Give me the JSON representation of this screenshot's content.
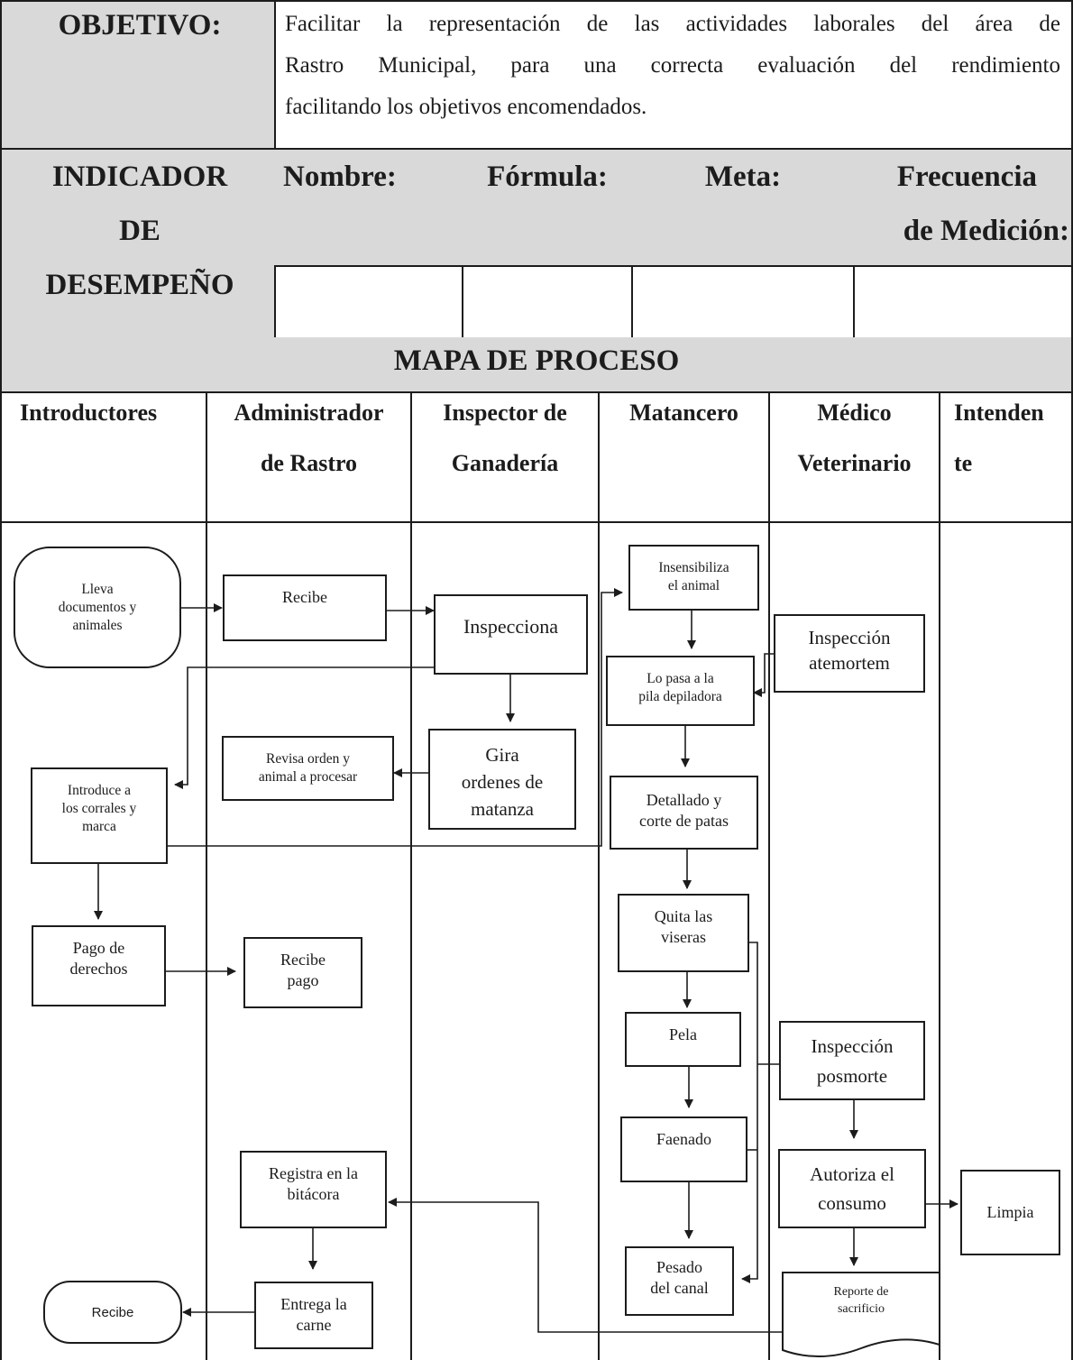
{
  "header": {
    "objetivo_label": "OBJETIVO:",
    "objetivo_lines": [
      "Facilitar la representación de las actividades laborales del área de",
      "Rastro Municipal, para una correcta evaluación del rendimiento",
      "facilitando los objetivos encomendados."
    ],
    "indicador_lines": [
      "INDICADOR",
      "DE",
      "DESEMPEÑO"
    ],
    "nombre_label": "Nombre:",
    "formula_label": "Fórmula:",
    "meta_label": "Meta:",
    "frecuencia_lines": [
      "Frecuencia",
      "de Medición:"
    ],
    "mapa_title": "MAPA DE PROCESO"
  },
  "lanes": [
    {
      "lines": [
        "Introductores"
      ]
    },
    {
      "lines": [
        "Administrador",
        "de Rastro"
      ]
    },
    {
      "lines": [
        "Inspector de",
        "Ganadería"
      ]
    },
    {
      "lines": [
        "Matancero"
      ]
    },
    {
      "lines": [
        "Médico",
        "Veterinario"
      ]
    },
    {
      "lines": [
        "Intenden",
        "te"
      ]
    }
  ],
  "nodes": {
    "lleva": [
      "Lleva",
      "documentos y",
      "animales"
    ],
    "recibe_admin": [
      "Recibe"
    ],
    "inspecciona": [
      "Inspecciona"
    ],
    "revisa": [
      "Revisa orden y",
      "animal a procesar"
    ],
    "gira": [
      "Gira",
      "ordenes de",
      "matanza"
    ],
    "introduce": [
      "Introduce a",
      "los corrales y",
      "marca"
    ],
    "pago": [
      "Pago de",
      "derechos"
    ],
    "recibe_pago": [
      "Recibe",
      "pago"
    ],
    "registra": [
      "Registra en la",
      "bitácora"
    ],
    "entrega": [
      "Entrega la",
      "carne"
    ],
    "recibe_final": [
      "Recibe"
    ],
    "insensibiliza": [
      "Insensibiliza",
      "el animal"
    ],
    "pila": [
      "Lo pasa a la",
      "pila depiladora"
    ],
    "detallado": [
      "Detallado y",
      "corte de patas"
    ],
    "quita": [
      "Quita las",
      "viseras"
    ],
    "pela": [
      "Pela"
    ],
    "faenado": [
      "Faenado"
    ],
    "pesado": [
      "Pesado",
      "del canal"
    ],
    "atemortem": [
      "Inspección",
      "atemortem"
    ],
    "posmorte": [
      "Inspección",
      "posmorte"
    ],
    "autoriza": [
      "Autoriza el",
      "consumo"
    ],
    "reporte": [
      "Reporte de",
      "sacrificio"
    ],
    "limpia": [
      "Limpia"
    ]
  }
}
